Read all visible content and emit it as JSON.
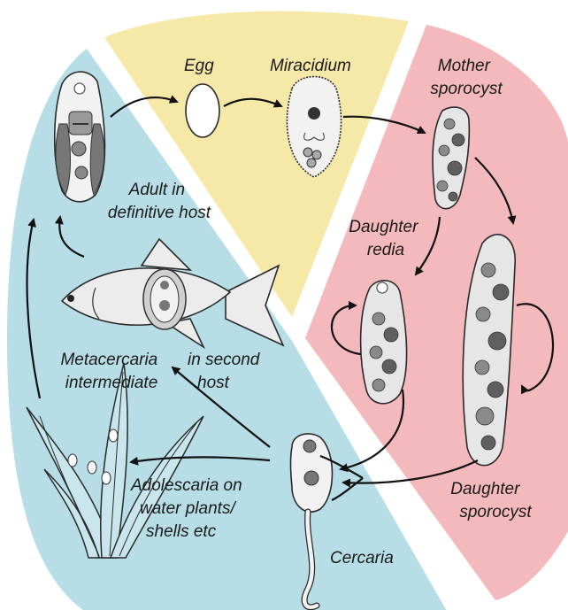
{
  "colors": {
    "blue_region": "#b7dde6",
    "yellow_region": "#f6e8a6",
    "pink_region": "#f3b9bd",
    "organism_fill": "#f2f2f2",
    "organism_stroke": "#2a2a2a",
    "arrow": "#111111"
  },
  "labels": {
    "egg": "Egg",
    "miracidium": "Miracidium",
    "mother_sporocyst": [
      "Mother",
      "sporocyst"
    ],
    "daughter_redia": [
      "Daughter",
      "redia"
    ],
    "daughter_sporocyst": [
      "Daughter",
      "sporocyst"
    ],
    "cercaria": "Cercaria",
    "adult": [
      "Adult in",
      "definitive host"
    ],
    "metacercaria": [
      "Metacercaria",
      "intermediate"
    ],
    "second_host": [
      "in second",
      "host"
    ],
    "adolescaria": [
      "Adolescaria on",
      "water plants/",
      "shells etc"
    ]
  }
}
